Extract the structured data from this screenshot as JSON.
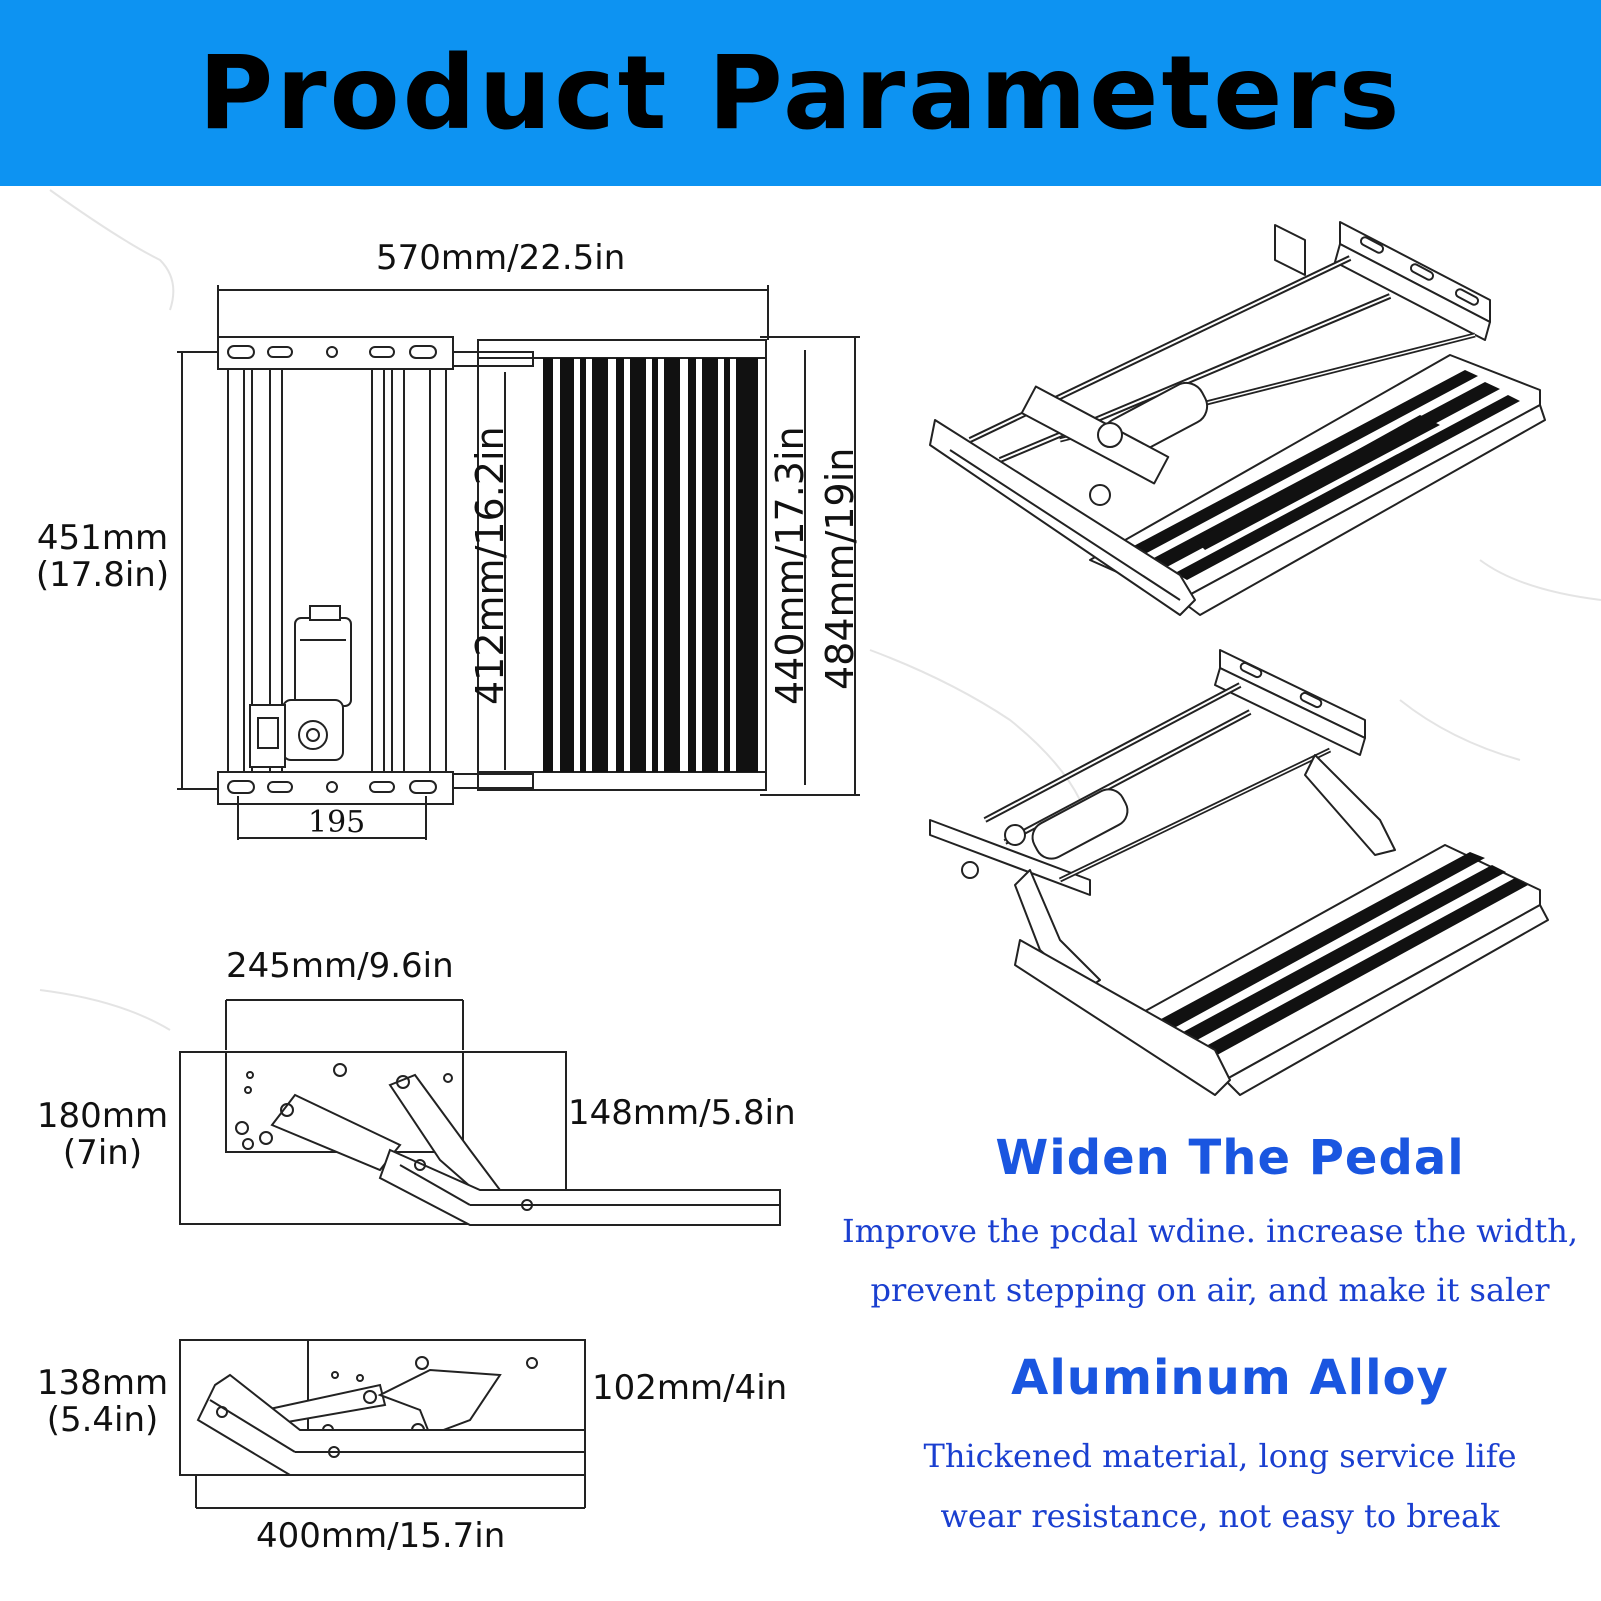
{
  "header": {
    "title": "Product Parameters",
    "background": "#0d93f2"
  },
  "top_view": {
    "width_label": "570mm/22.5in",
    "height_left_label": "451mm",
    "height_left_label_in": "(17.8in)",
    "inner_height_label": "412mm/16.2in",
    "mid_height_label": "440mm/17.3in",
    "outer_height_label": "484mm/19in",
    "bracket_label": "195"
  },
  "side_view_open": {
    "top_width_label": "245mm/9.6in",
    "height_label": "180mm",
    "height_label_in": "(7in)",
    "right_label": "148mm/5.8in"
  },
  "side_view_closed": {
    "height_label": "138mm",
    "height_label_in": "(5.4in)",
    "right_label": "102mm/4in",
    "bottom_label": "400mm/15.7in"
  },
  "features": [
    {
      "title": "Widen The Pedal",
      "desc_line1": "Improve the pcdal wdine. increase the width,",
      "desc_line2": "prevent stepping on air, and make it saler"
    },
    {
      "title": "Aluminum Alloy",
      "desc_line1": "Thickened material, long service life",
      "desc_line2": "wear resistance, not easy to break"
    }
  ],
  "colors": {
    "accent_blue": "#1a56e0",
    "line": "#222222"
  }
}
